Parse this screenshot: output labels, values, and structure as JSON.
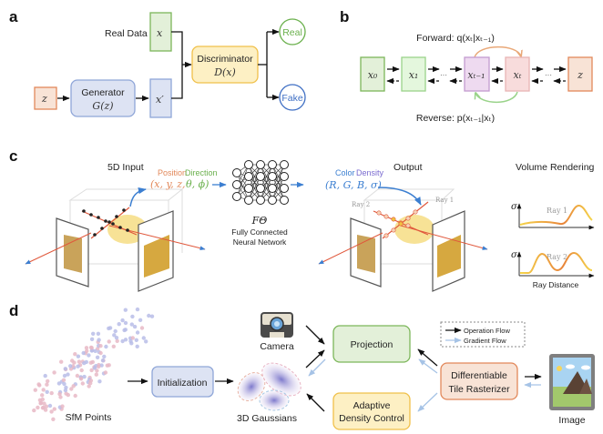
{
  "panels": {
    "a": {
      "label": "a",
      "real_data_label": "Real Data",
      "x_label": "x",
      "x_prime_label": "x′",
      "z_label": "z",
      "generator_title": "Generator",
      "generator_fn": "G(z)",
      "discriminator_title": "Discriminator",
      "discriminator_fn": "D(x)",
      "real_output": "Real",
      "fake_output": "Fake"
    },
    "b": {
      "label": "b",
      "forward_label": "Forward: q(xₜ|xₜ₋₁)",
      "reverse_label": "Reverse: p(xₜ₋₁|xₜ)",
      "nodes": [
        "x₀",
        "x₁",
        "xₜ₋₁",
        "xₜ",
        "z"
      ],
      "ellipsis": "···"
    },
    "c": {
      "label": "c",
      "input_title": "5D Input",
      "position_label": "Position",
      "direction_label": "Direction",
      "input_tuple_pos": "(x, y, z,",
      "input_tuple_dir": "θ, ϕ)",
      "network_symbol": "FΘ",
      "network_line1": "Fully Connected",
      "network_line2": "Neural Network",
      "output_title": "Output",
      "color_label": "Color",
      "density_label": "Density",
      "output_tuple": "(R, G, B, σ)",
      "ray1_label": "Ray 1",
      "ray2_label": "Ray 2",
      "volume_title": "Volume Rendering",
      "sigma_label": "σ",
      "ray_distance_label": "Ray Distance"
    },
    "d": {
      "label": "d",
      "sfm_label": "SfM Points",
      "init_label": "Initialization",
      "camera_label": "Camera",
      "gaussians_label": "3D Gaussians",
      "projection_label": "Projection",
      "adaptive_line1": "Adaptive",
      "adaptive_line2": "Density Control",
      "rasterizer_line1": "Differentiable",
      "rasterizer_line2": "Tile Rasterizer",
      "image_label": "Image",
      "legend_operation": "Operation Flow",
      "legend_gradient": "Gradient Flow"
    }
  },
  "colors": {
    "green_fill": "#e3f0d9",
    "green_stroke": "#7cb65a",
    "blue_fill": "#dde3f3",
    "blue_stroke": "#8fa6d8",
    "orange_fill": "#f8e3d6",
    "orange_stroke": "#e2885a",
    "yellow_fill": "#fdf0c4",
    "yellow_stroke": "#f0c04a",
    "purple_fill": "#eedaf0",
    "purple_stroke": "#c39bd0",
    "pink_fill": "#f8dcdc",
    "pink_stroke": "#e8b4b4",
    "light_green_fill": "#e4f7dd",
    "light_green_stroke": "#9ad38a",
    "real_color": "#6ab04c",
    "fake_color": "#3f6fc4",
    "gradient_arrow": "#a6c3e6",
    "ray_red": "#e0583c",
    "blue_arrow": "#3c7fd1"
  }
}
